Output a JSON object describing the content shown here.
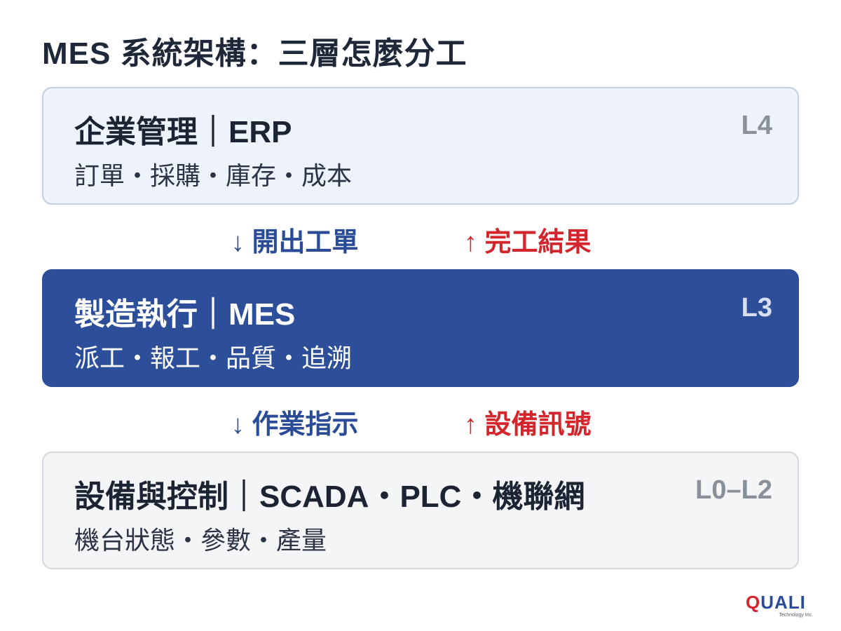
{
  "title": "MES 系統架構：三層怎麼分工",
  "layers": [
    {
      "heading": "企業管理｜ERP",
      "description": "訂單・採購・庫存・成本",
      "level": "L4"
    },
    {
      "heading": "製造執行｜MES",
      "description": "派工・報工・品質・追溯",
      "level": "L3"
    },
    {
      "heading": "設備與控制｜SCADA・PLC・機聯網",
      "description": "機台狀態・參數・產量",
      "level": "L0–L2"
    }
  ],
  "flows": [
    {
      "down": "↓ 開出工單",
      "up": "↑ 完工結果"
    },
    {
      "down": "↓ 作業指示",
      "up": "↑ 設備訊號"
    }
  ],
  "logo": {
    "q": "Q",
    "rest": "UALI",
    "subtitle": "Technology Inc."
  },
  "colors": {
    "accent_blue": "#2d4f9a",
    "accent_red": "#d3262c"
  }
}
